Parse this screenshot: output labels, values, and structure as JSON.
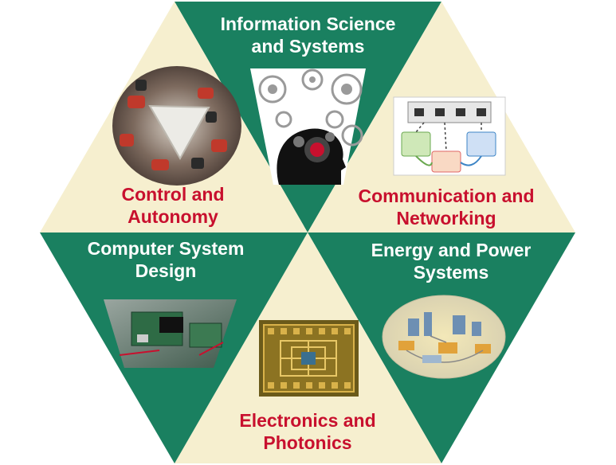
{
  "colors": {
    "green": "#1a8060",
    "cream": "#f6efcf",
    "red_text": "#c8102e",
    "white_text": "#ffffff"
  },
  "segments": [
    {
      "id": "information-science",
      "lines": [
        "Information Science",
        "and Systems"
      ],
      "fill": "green",
      "text_color": "white",
      "image_icon": "gears-head-icon"
    },
    {
      "id": "communication-networking",
      "lines": [
        "Communication and",
        "Networking"
      ],
      "fill": "cream",
      "text_color": "red",
      "image_icon": "network-diagram-icon"
    },
    {
      "id": "energy-power",
      "lines": [
        "Energy and Power",
        "Systems"
      ],
      "fill": "green",
      "text_color": "white",
      "image_icon": "power-grid-icon"
    },
    {
      "id": "electronics-photonics",
      "lines": [
        "Electronics and",
        "Photonics"
      ],
      "fill": "cream",
      "text_color": "red",
      "image_icon": "chip-die-icon"
    },
    {
      "id": "computer-system-design",
      "lines": [
        "Computer System",
        "Design"
      ],
      "fill": "green",
      "text_color": "white",
      "image_icon": "circuit-board-icon"
    },
    {
      "id": "control-autonomy",
      "lines": [
        "Control and",
        "Autonomy"
      ],
      "fill": "cream",
      "text_color": "red",
      "image_icon": "robots-table-icon"
    }
  ]
}
